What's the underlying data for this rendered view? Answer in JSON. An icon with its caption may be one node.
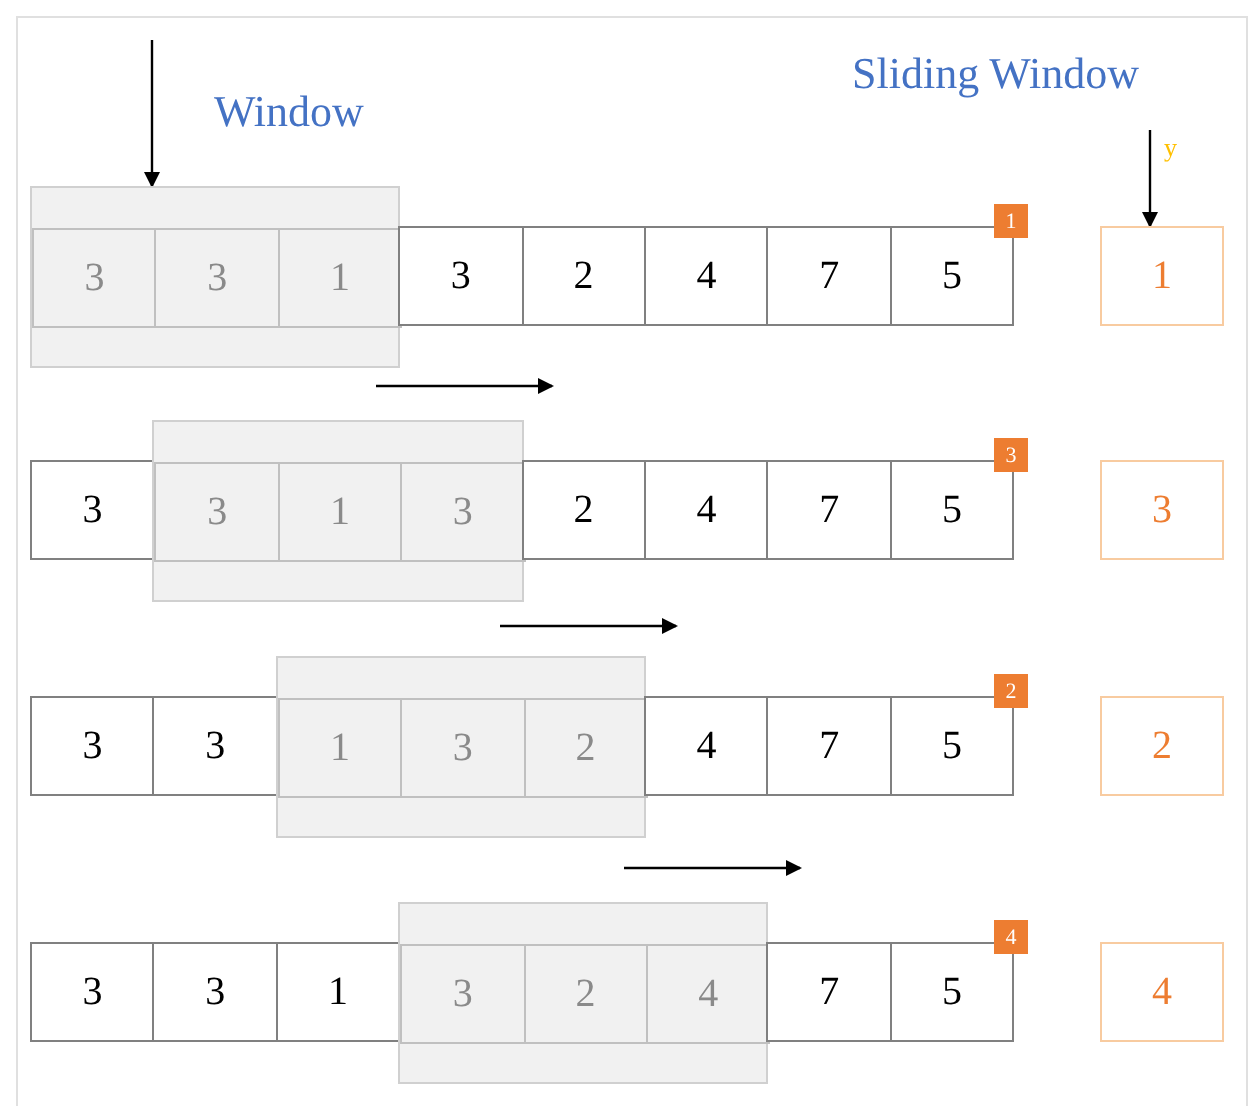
{
  "diagram": {
    "nodes": [
      {
        "text": [],
        "shape": "box"
      },
      {
        "text": [
          "3"
        ],
        "in": 0
      },
      {
        "text": [
          "3"
        ],
        "in": 0
      },
      {
        "text": [
          "1"
        ],
        "in": 0
      },
      {
        "text": [
          "3"
        ]
      },
      {
        "text": [
          "2"
        ]
      },
      {
        "text": [
          "4"
        ]
      },
      {
        "text": [
          "7"
        ]
      },
      {
        "text": [
          "5"
        ]
      },
      {
        "text": [
          "1"
        ]
      },
      {
        "text": [
          "1"
        ]
      },
      {
        "text": [
          "3"
        ]
      },
      {
        "text": [],
        "shape": "box"
      },
      {
        "text": [
          "3"
        ],
        "in": 12
      },
      {
        "text": [
          "1"
        ],
        "in": 12
      },
      {
        "text": [
          "3"
        ],
        "in": 12
      },
      {
        "text": [
          "2"
        ]
      },
      {
        "text": [
          "4"
        ]
      },
      {
        "text": [
          "7"
        ]
      },
      {
        "text": [
          "5"
        ]
      },
      {
        "text": [
          "3"
        ]
      },
      {
        "text": [
          "3"
        ]
      },
      {
        "text": [
          "3"
        ]
      },
      {
        "text": [
          "3"
        ]
      },
      {
        "text": [],
        "shape": "box"
      },
      {
        "text": [
          "1"
        ],
        "in": 24
      },
      {
        "text": [
          "3"
        ],
        "in": 24
      },
      {
        "text": [
          "2"
        ],
        "in": 24
      },
      {
        "text": [
          "4"
        ]
      },
      {
        "text": [
          "7"
        ]
      },
      {
        "text": [
          "5"
        ]
      },
      {
        "text": [
          "2"
        ]
      },
      {
        "text": [
          "2"
        ]
      },
      {
        "text": [
          "3"
        ]
      },
      {
        "text": [
          "3"
        ]
      },
      {
        "text": [
          "1"
        ]
      },
      {
        "text": [],
        "shape": "box"
      },
      {
        "text": [
          "3"
        ],
        "in": 36
      },
      {
        "text": [
          "2"
        ],
        "in": 36
      },
      {
        "text": [
          "4"
        ],
        "in": 36
      },
      {
        "text": [
          "7"
        ]
      },
      {
        "text": [
          "5"
        ]
      },
      {
        "text": [
          "4"
        ]
      },
      {
        "text": [
          "4"
        ]
      }
    ],
    "edges": [
      {
        "from": null,
        "to": 0,
        "arrow": "to"
      },
      {
        "from": null,
        "to": 10,
        "arrow": "to",
        "label": "y"
      }
    ],
    "labels": [
      "Sliding Window",
      "Window"
    ]
  }
}
